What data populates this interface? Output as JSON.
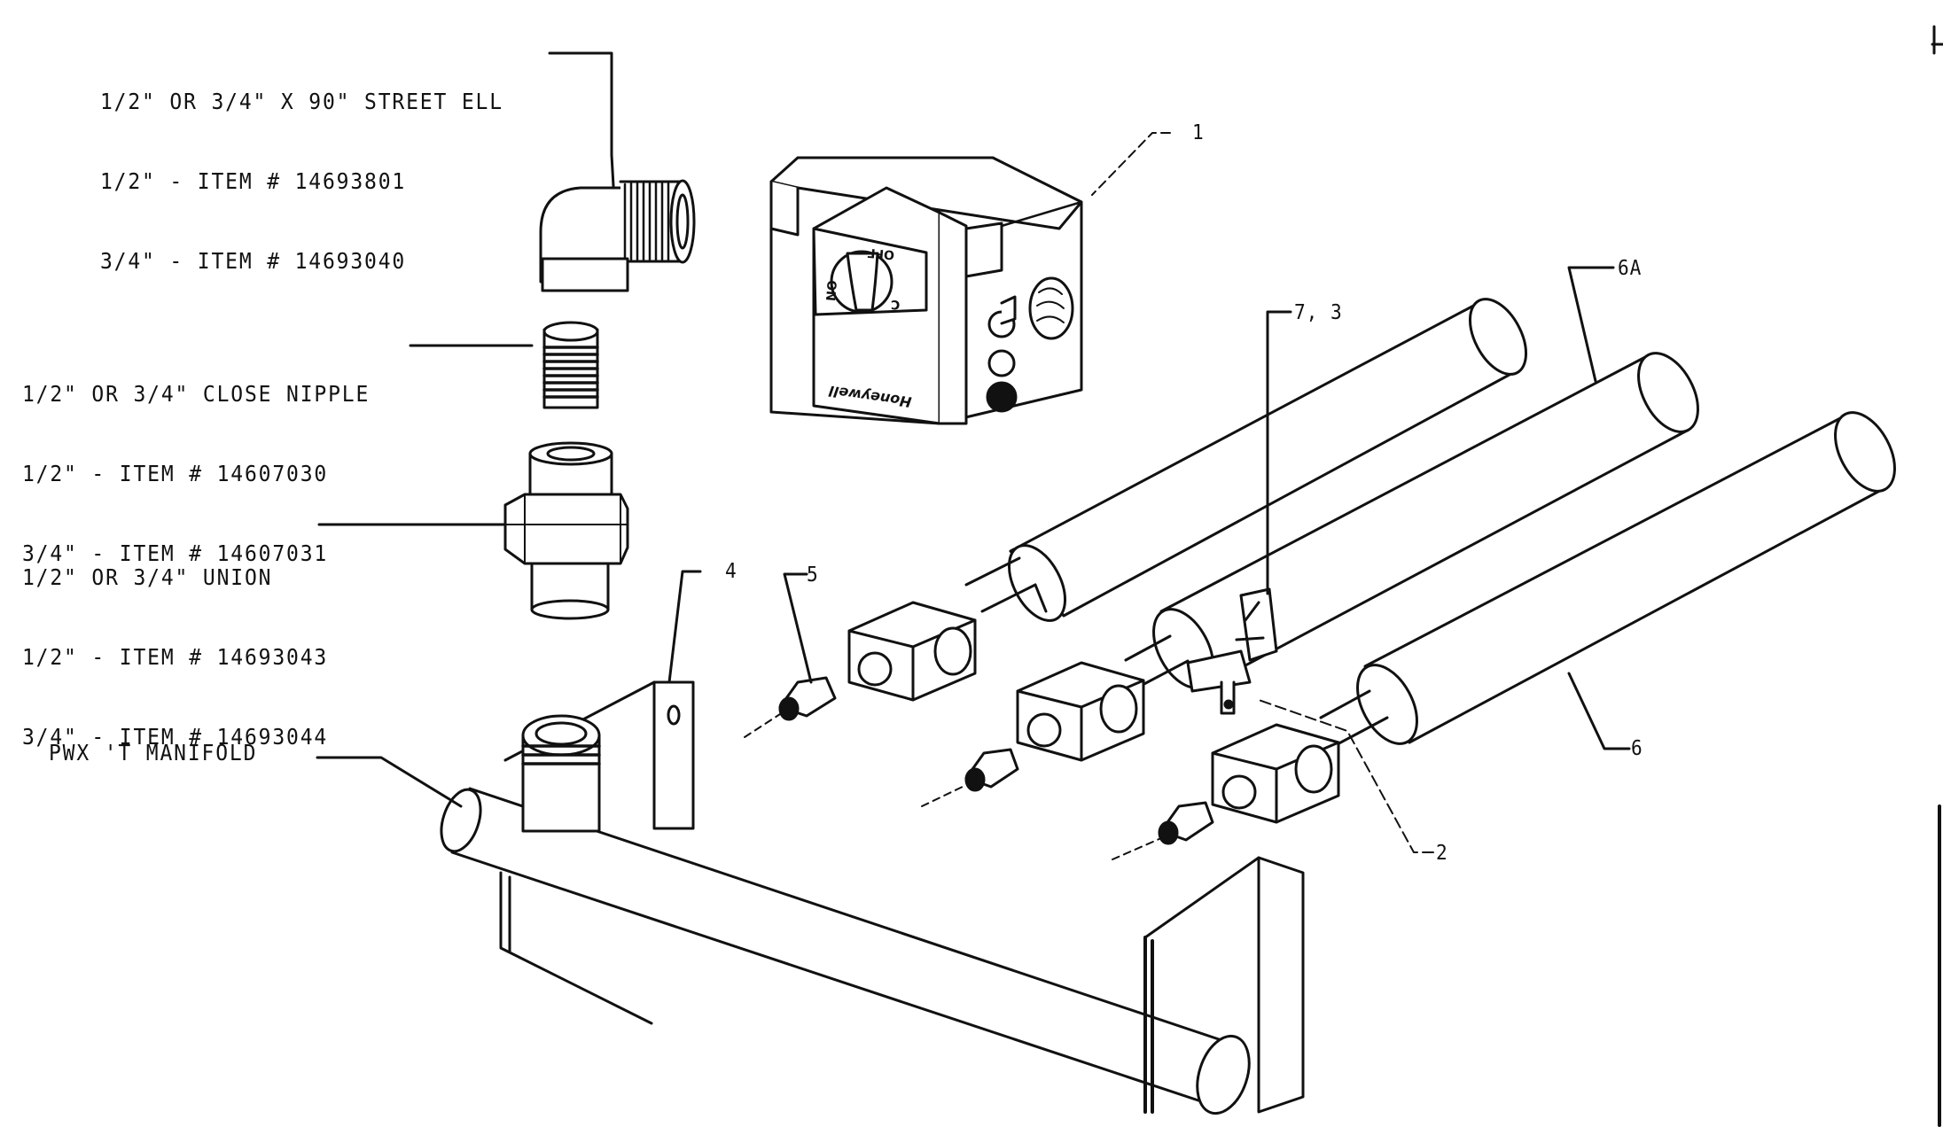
{
  "labels": {
    "street_ell": [
      "1/2\" OR 3/4\" X 90\" STREET ELL",
      "1/2\" - ITEM # 14693801",
      "3/4\" - ITEM # 14693040"
    ],
    "close_nipple": [
      "1/2\" OR 3/4\" CLOSE NIPPLE",
      "1/2\" - ITEM # 14607030",
      "3/4\" - ITEM # 14607031"
    ],
    "union": [
      "1/2\" OR 3/4\" UNION",
      "1/2\" - ITEM # 14693043",
      "3/4\" - ITEM # 14693044"
    ],
    "manifold": "PWX 'T MANIFOLD"
  },
  "callouts": {
    "valve": "1",
    "bracket": "4",
    "orifice": "5",
    "pilot": "7, 3",
    "burner_6a": "6A",
    "burner_6": "6",
    "thermocouple": "2"
  },
  "valve": {
    "brand": "Honeywell",
    "knob_on": "ON",
    "knob_off": "OFF",
    "knob_pilot": "C"
  },
  "colors": {
    "ink": "#111111",
    "paper": "#ffffff"
  }
}
